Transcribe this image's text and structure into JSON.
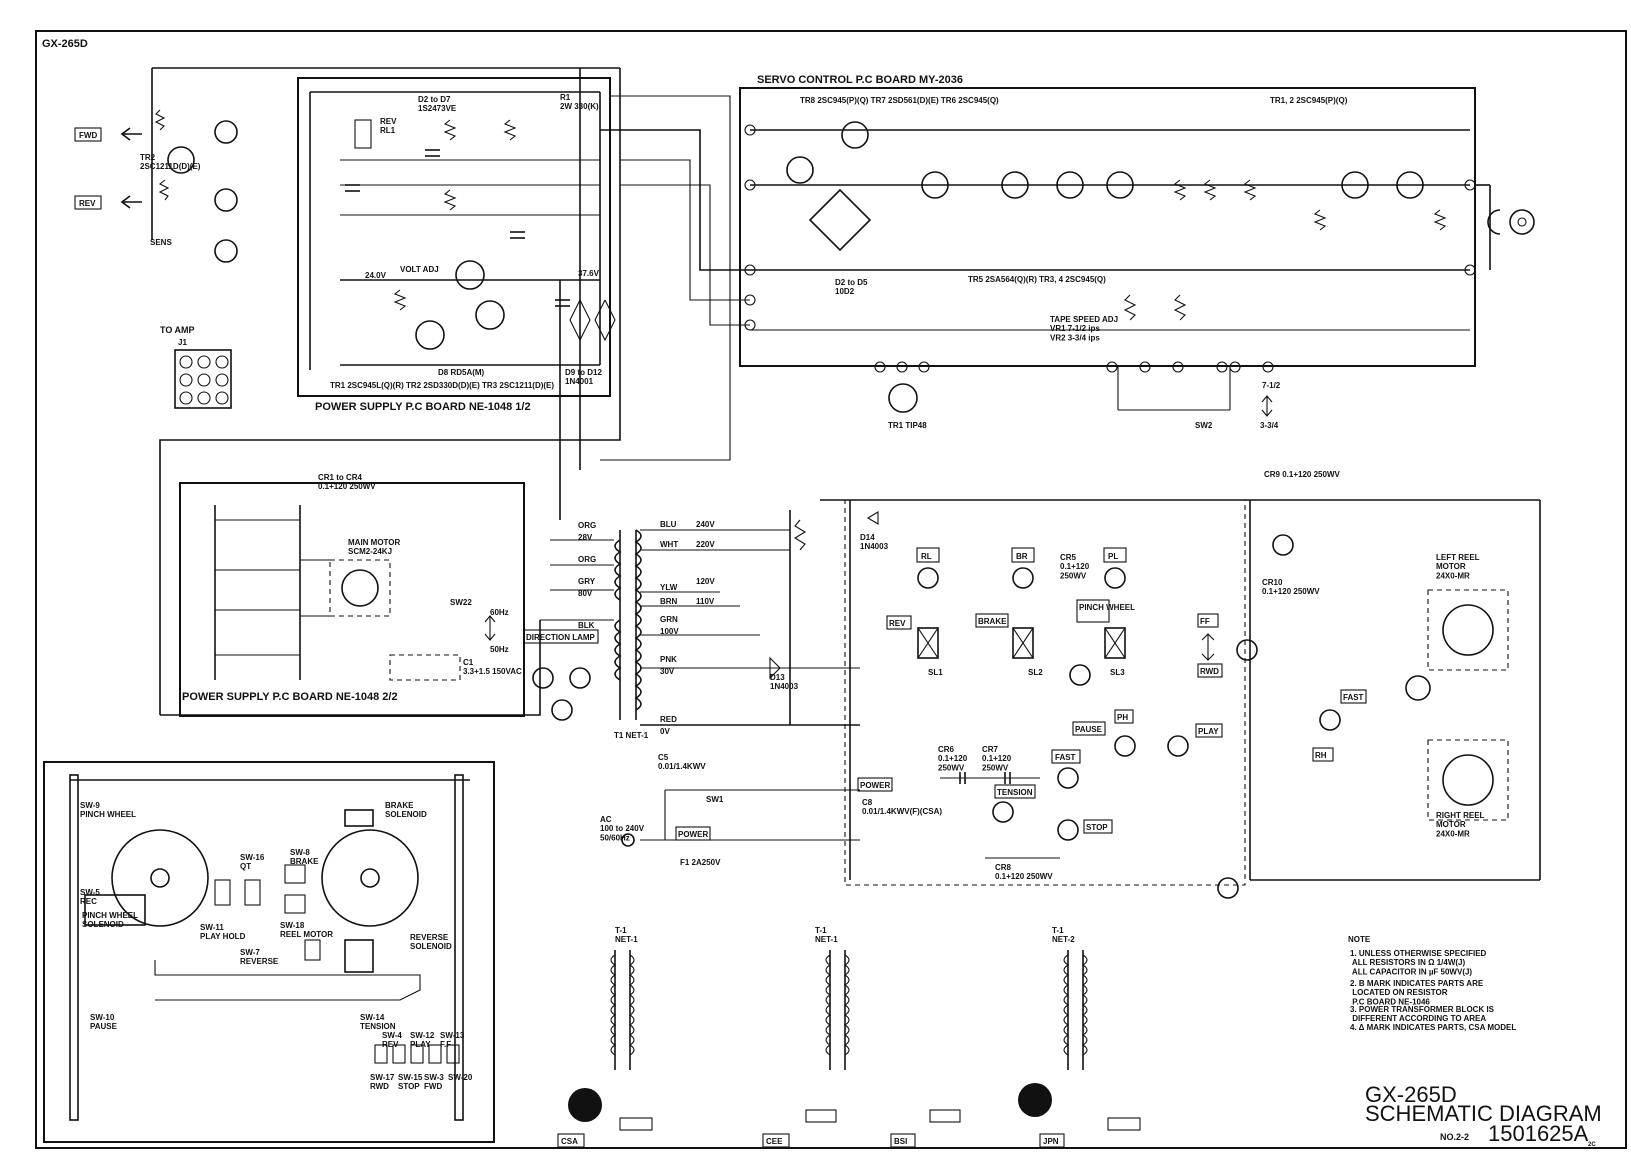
{
  "model_tag": "GX-265D",
  "boards": {
    "servo": "SERVO CONTROL P.C BOARD MY-2036",
    "ps1": "POWER SUPPLY P.C BOARD NE-1048 1/2",
    "ps2": "POWER SUPPLY P.C BOARD NE-1048 2/2"
  },
  "io": {
    "fwd": "FWD",
    "rev": "REV",
    "to_amp": "TO AMP",
    "j1": "J1",
    "sens": "SENS"
  },
  "top_labels": {
    "tr2": "TR2\n2SC1211D(D)(E)",
    "d2_d7": "D2 to D7\n1S2473VE",
    "r1": "R1\n2W 330(K)",
    "rev_rl1": "REV\nRL1",
    "volt_adj": "VOLT ADJ",
    "tr_list": "TR1 2SC945L(Q)(R)  TR2 2SD330D(D)(E)  TR3 2SC1211(D)(E)",
    "v_24": "24.0V",
    "v_376": "37.6V",
    "d8": "D8 RD5A(M)",
    "d9_d12": "D9 to D12\n1N4001",
    "servo_tr": "TR8 2SC945(P)(Q)   TR7 2SD561(D)(E)   TR6 2SC945(Q)",
    "tr_list2": "TR5 2SA564(Q)(R)   TR3, 4 2SC945(Q)",
    "tr12": "TR1, 2 2SC945(P)(Q)",
    "tape_speed": "TAPE SPEED ADJ\nVR1 7-1/2 ips\nVR2 3-3/4 ips",
    "tr1_tip": "TR1 TIP48",
    "d2_d5": "D2 to D5\n10D2",
    "speed_7": "7-1/2",
    "speed_3": "3-3/4",
    "sw2": "SW2"
  },
  "lower_labels": {
    "cr1_cr4": "CR1 to CR4\n0.1+120 250WV",
    "main_motor": "MAIN MOTOR\nSCM2-24KJ",
    "sw22": "SW22",
    "hz50": "50Hz",
    "hz60": "60Hz",
    "c1": "C1\n3.3+1.5 150VAC",
    "direction_lamp": "DIRECTION LAMP",
    "t1": "T1 NET-1",
    "t_taps": [
      "ORG",
      "28V",
      "ORG",
      "GRY",
      "80V",
      "BLK",
      "BLU",
      "240V",
      "WHT",
      "220V",
      "YLW",
      "120V",
      "BRN",
      "110V",
      "GRN",
      "100V",
      "PNK",
      "30V",
      "RED",
      "0V"
    ],
    "d13": "D13\n1N4003",
    "d14": "D14\n1N4003",
    "power": "POWER",
    "sw1": "SW1",
    "ac_in": "AC\n100 to 240V\n50/60Hz",
    "fuse": "F1 2A250V",
    "c5": "C5\n0.01/1.4KWV",
    "c8": "C8\n0.01/1.4KWV(F)(CSA)",
    "rl": "RL",
    "br": "BR",
    "pl": "PL",
    "rev": "REV",
    "brake": "BRAKE",
    "pinch_wheel": "PINCH WHEEL",
    "ff": "FF",
    "rwd": "RWD",
    "ph": "PH",
    "pause": "PAUSE",
    "play": "PLAY",
    "fast": "FAST",
    "tension": "TENSION",
    "stop": "STOP",
    "cr5": "CR5\n0.1+120\n250WV",
    "cr6": "CR6\n0.1+120\n250WV",
    "cr7": "CR7\n0.1+120\n250WV",
    "cr8": "CR8\n0.1+120 250WV",
    "cr9": "CR9 0.1+120 250WV",
    "cr10": "CR10\n0.1+120 250WV",
    "sl1": "SL1",
    "sl2": "SL2",
    "sl3": "SL3",
    "left_reel": "LEFT REEL\nMOTOR\n24X0-MR",
    "right_reel": "RIGHT REEL\nMOTOR\n24X0-MR",
    "fast_box": "FAST",
    "rh": "RH"
  },
  "mech": {
    "sw9": "SW-9\nPINCH WHEEL",
    "brake_sol": "BRAKE\nSOLENOID",
    "sw16": "SW-16\nQT",
    "sw8": "SW-8\nBRAKE",
    "sw5": "SW-5\nREC",
    "pinch_sol": "PINCH WHEEL\nSOLENOID",
    "sw11": "SW-11\nPLAY HOLD",
    "sw18": "SW-18\nREEL MOTOR",
    "sw7": "SW-7\nREVERSE",
    "rev_sol": "REVERSE\nSOLENOID",
    "sw10": "SW-10\nPAUSE",
    "sw14": "SW-14\nTENSION",
    "sw_row": [
      "SW-4\nREV",
      "SW-12\nPLAY",
      "SW-13\nF.F"
    ],
    "sw_row2": [
      "SW-17\nRWD",
      "SW-15\nSTOP",
      "SW-3\nFWD",
      "SW-20"
    ]
  },
  "variants": {
    "csa": "CSA",
    "cee": "CEE",
    "bsi": "BSI",
    "jpn": "JPN",
    "t_csa": "T-1\nNET-1",
    "t_cee": "T-1\nNET-1",
    "t_jpn": "T-1\nNET-2"
  },
  "notes": {
    "title": "NOTE",
    "items": [
      "1. UNLESS OTHERWISE SPECIFIED\n   ALL RESISTORS IN Ω 1/4W(J)\n   ALL CAPACITOR IN µF 50WV(J)",
      "2. B MARK INDICATES PARTS ARE\n   LOCATED ON RESISTOR\n   P.C BOARD NE-1046",
      "3. POWER TRANSFORMER BLOCK IS\n   DIFFERENT ACCORDING TO AREA",
      "4. Δ MARK INDICATES PARTS, CSA MODEL"
    ]
  },
  "title_block": {
    "model": "GX-265D",
    "line2": "SCHEMATIC DIAGRAM",
    "no": "NO.2-2",
    "code": "1501625A",
    "suffix": "2C"
  }
}
